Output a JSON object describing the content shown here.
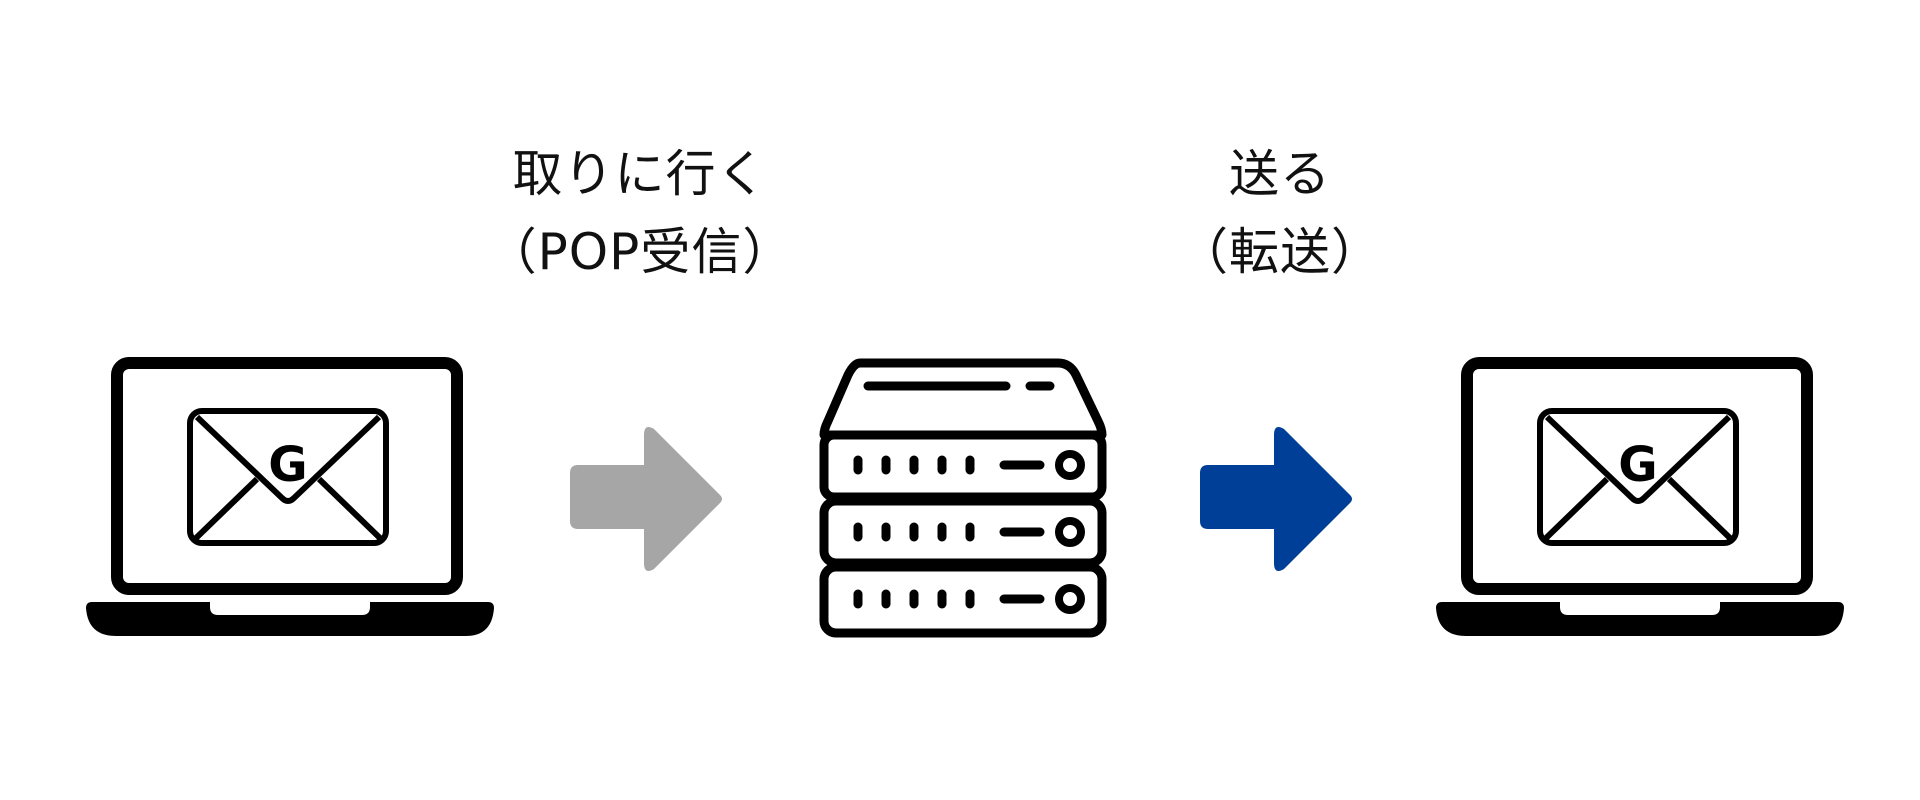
{
  "labels": {
    "pop": {
      "line1": "取りに行く",
      "line2": "（POP受信）"
    },
    "forward": {
      "line1": "送る",
      "line2": "（転送）"
    }
  },
  "laptop_left": {
    "envelope_letter": "G"
  },
  "laptop_right": {
    "envelope_letter": "G"
  },
  "colors": {
    "icon": "#000000",
    "arrow_receive": "#a6a6a6",
    "arrow_forward": "#003f98",
    "background": "#ffffff"
  },
  "icons": [
    "laptop-icon",
    "envelope-icon",
    "arrow-right-icon",
    "server-icon"
  ]
}
